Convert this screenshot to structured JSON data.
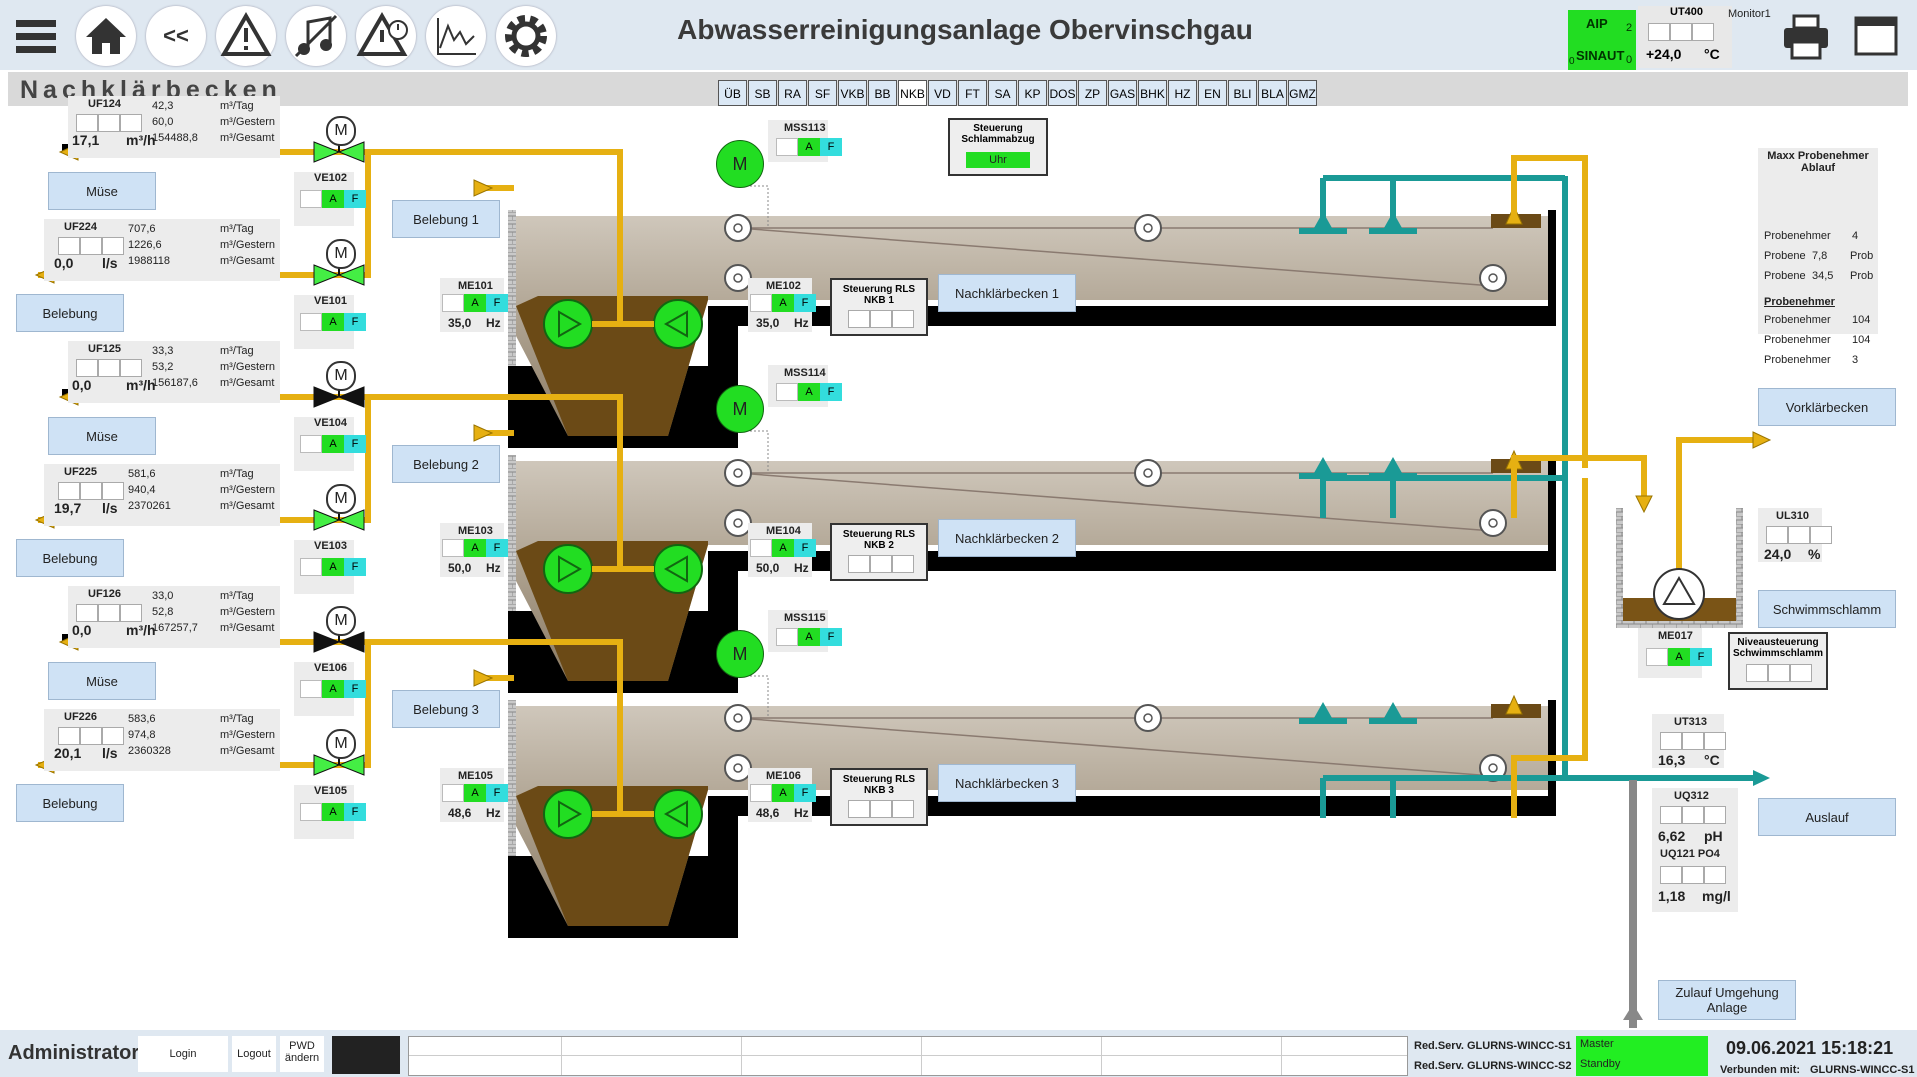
{
  "app": {
    "title": "Abwasserreinigungsanlage Obervinschgau"
  },
  "toolbar": {
    "buttons": [
      "menu-icon",
      "home-icon",
      "back-icon",
      "warning-icon",
      "music-icon",
      "alarm-clock-icon",
      "trend-icon",
      "gear-icon"
    ],
    "back_label": "<<"
  },
  "aip": {
    "top": "AIP",
    "top_num": "2",
    "bottom": "SINAUT",
    "bottom_left": "0",
    "bottom_num": "0"
  },
  "ut400": {
    "tag": "UT400",
    "value": "+24,0",
    "unit": "°C"
  },
  "monitor": "Monitor1",
  "page": {
    "title": "Nachklärbecken"
  },
  "tabs": [
    "ÜB",
    "SB",
    "RA",
    "SF",
    "VKB",
    "BB",
    "NKB",
    "VD",
    "FT",
    "SA",
    "KP",
    "DOS",
    "ZP",
    "GAS",
    "BHK",
    "HZ",
    "EN",
    "BLI",
    "BLA",
    "GMZ"
  ],
  "active_tab": "NKB",
  "schlammabzug": {
    "title": "Steuerung Schlammabzug",
    "state": "Uhr"
  },
  "flows": [
    {
      "tag": "UF124",
      "value": "17,1",
      "unit": "m³/h",
      "day": "42,3",
      "yesterday": "60,0",
      "total": "154488,8"
    },
    {
      "tag": "UF224",
      "value": "0,0",
      "unit": "l/s",
      "day": "707,6",
      "yesterday": "1226,6",
      "total": "1988118"
    },
    {
      "tag": "UF125",
      "value": "0,0",
      "unit": "m³/h",
      "day": "33,3",
      "yesterday": "53,2",
      "total": "156187,6"
    },
    {
      "tag": "UF225",
      "value": "19,7",
      "unit": "l/s",
      "day": "581,6",
      "yesterday": "940,4",
      "total": "2370261"
    },
    {
      "tag": "UF126",
      "value": "0,0",
      "unit": "m³/h",
      "day": "33,0",
      "yesterday": "52,8",
      "total": "167257,7"
    },
    {
      "tag": "UF226",
      "value": "20,1",
      "unit": "l/s",
      "day": "583,6",
      "yesterday": "974,8",
      "total": "2360328"
    }
  ],
  "units": {
    "day": "m³/Tag",
    "yesterday": "m³/Gestern",
    "total": "m³/Gesamt"
  },
  "valves": [
    "VE102",
    "VE101",
    "VE104",
    "VE103",
    "VE106",
    "VE105"
  ],
  "labels": {
    "muese": "Müse",
    "belebung": "Belebung",
    "belebung1": "Belebung 1",
    "belebung2": "Belebung 2",
    "belebung3": "Belebung 3",
    "nkb1": "Nachklärbecken 1",
    "nkb2": "Nachklärbecken 2",
    "nkb3": "Nachklärbecken 3",
    "vorklaer": "Vorklärbecken",
    "schwimm": "Schwimmschlamm",
    "auslauf": "Auslauf",
    "zulauf": "Zulauf Umgehung Anlage",
    "motor": "M",
    "af_a": "A",
    "af_f": "F"
  },
  "mss": [
    "MSS113",
    "MSS114",
    "MSS115"
  ],
  "pumps": [
    {
      "tag": "ME101",
      "value": "35,0",
      "unit": "Hz"
    },
    {
      "tag": "ME102",
      "value": "35,0",
      "unit": "Hz"
    },
    {
      "tag": "ME103",
      "value": "50,0",
      "unit": "Hz"
    },
    {
      "tag": "ME104",
      "value": "50,0",
      "unit": "Hz"
    },
    {
      "tag": "ME105",
      "value": "48,6",
      "unit": "Hz"
    },
    {
      "tag": "ME106",
      "value": "48,6",
      "unit": "Hz"
    }
  ],
  "rls": [
    "Steuerung RLS NKB 1",
    "Steuerung RLS NKB 2",
    "Steuerung RLS NKB 3"
  ],
  "sampler": {
    "title": "Maxx Probenehmer Ablauf",
    "rows": [
      {
        "label": "Probenehmer",
        "v": "4"
      },
      {
        "label": "Probene",
        "v": "7,8",
        "extra": "Prob"
      },
      {
        "label": "Probene",
        "v": "34,5",
        "extra": "Prob"
      }
    ],
    "sub": "Probenehmer",
    "rows2": [
      {
        "label": "Probenehmer",
        "v": "104"
      },
      {
        "label": "Probenehmer",
        "v": "104"
      },
      {
        "label": "Probenehmer",
        "v": "3"
      }
    ]
  },
  "ul310": {
    "tag": "UL310",
    "value": "24,0",
    "unit": "%"
  },
  "me017": {
    "tag": "ME017"
  },
  "niveau": {
    "title": "Niveausteuerung Schwimmschlamm"
  },
  "ut313": {
    "tag": "UT313",
    "value": "16,3",
    "unit": "°C"
  },
  "uq312": {
    "tag": "UQ312",
    "value": "6,62",
    "unit": "pH"
  },
  "uq121": {
    "tag": "UQ121 PO4",
    "value": "1,18",
    "unit": "mg/l"
  },
  "bottom": {
    "user": "Administrator",
    "login": "Login",
    "logout": "Logout",
    "pwd": "PWD ändern",
    "red1": "Red.Serv. GLURNS-WINCC-S1",
    "red2": "Red.Serv. GLURNS-WINCC-S2",
    "master": "Master",
    "standby": "Standby",
    "datetime": "09.06.2021 15:18:21",
    "verbunden": "Verbunden mit:",
    "server": "GLURNS-WINCC-S1"
  },
  "colors": {
    "pipe_sludge": "#e6b012",
    "pipe_water": "#1a9a96",
    "green": "#22dd22",
    "cyan": "#33dddd",
    "label_bg": "#cfe2f5"
  }
}
